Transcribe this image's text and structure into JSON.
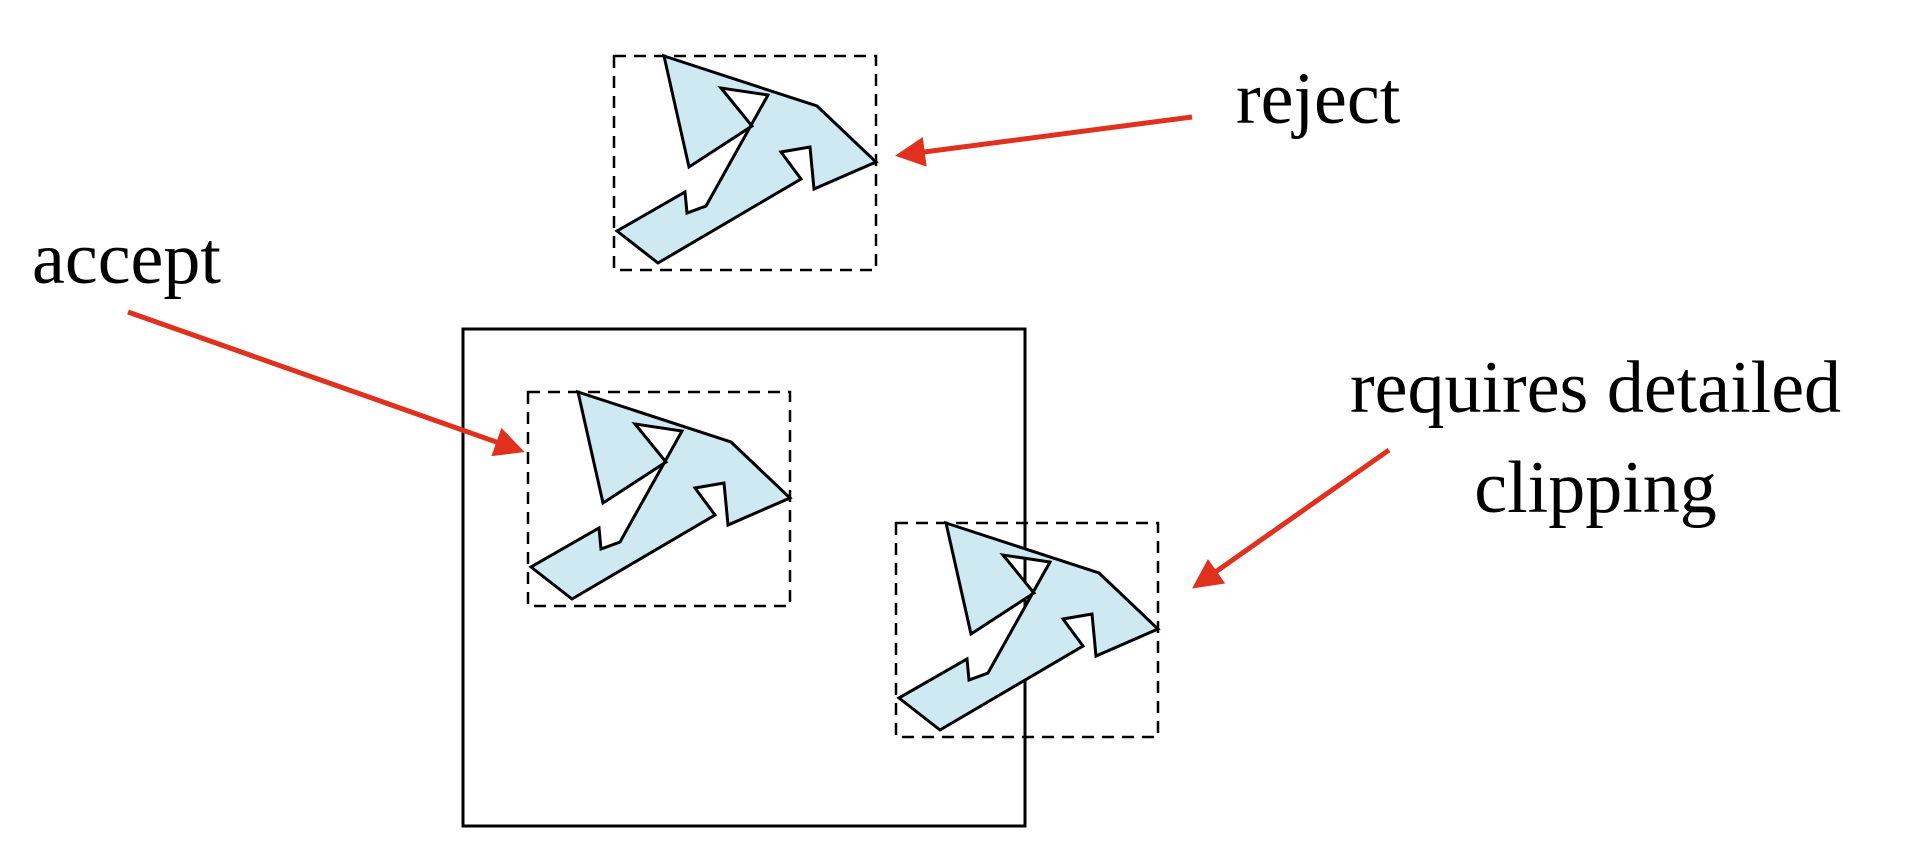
{
  "labels": {
    "reject": "reject",
    "accept": "accept",
    "requires_line1": "requires detailed",
    "requires_line2": "clipping"
  },
  "colors": {
    "shape_fill": "#cfe9f3",
    "outline": "#000000",
    "arrow": "#e0301e",
    "background": "#ffffff"
  }
}
